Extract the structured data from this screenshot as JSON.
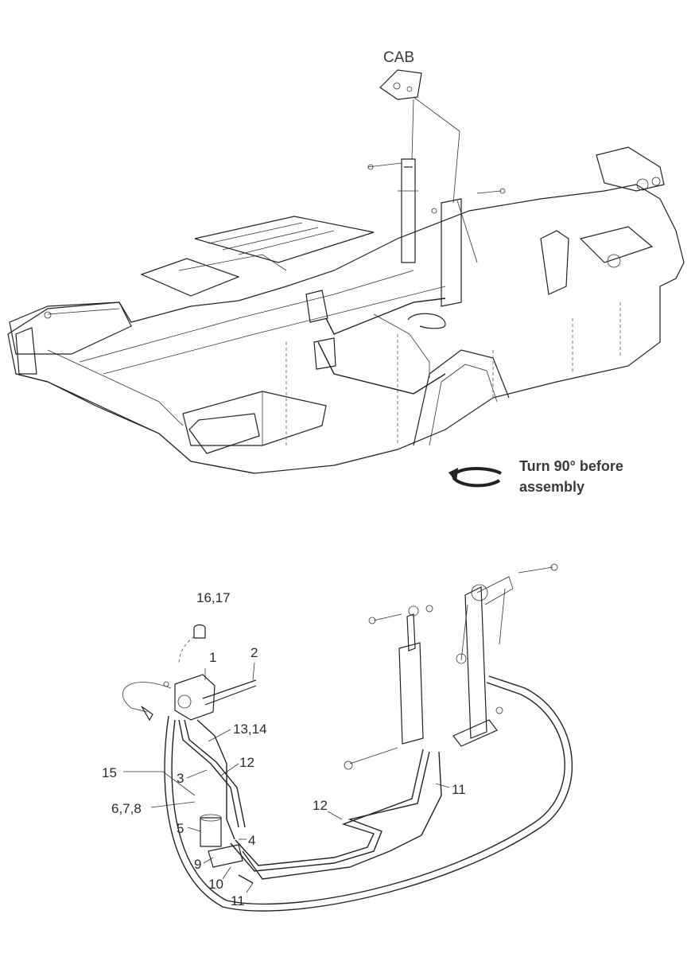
{
  "top_view": {
    "cab_label": "CAB",
    "note_line1": "Turn 90° before",
    "note_line2": "assembly"
  },
  "callouts": [
    {
      "id": "c-16-17",
      "text": "16,17"
    },
    {
      "id": "c-1",
      "text": "1"
    },
    {
      "id": "c-2",
      "text": "2"
    },
    {
      "id": "c-13-14",
      "text": "13,14"
    },
    {
      "id": "c-12a",
      "text": "12"
    },
    {
      "id": "c-15",
      "text": "15"
    },
    {
      "id": "c-3",
      "text": "3"
    },
    {
      "id": "c-6-7-8",
      "text": "6,7,8"
    },
    {
      "id": "c-5",
      "text": "5"
    },
    {
      "id": "c-4",
      "text": "4"
    },
    {
      "id": "c-9",
      "text": "9"
    },
    {
      "id": "c-10",
      "text": "10"
    },
    {
      "id": "c-11a",
      "text": "11"
    },
    {
      "id": "c-12b",
      "text": "12"
    },
    {
      "id": "c-11b",
      "text": "11"
    }
  ]
}
